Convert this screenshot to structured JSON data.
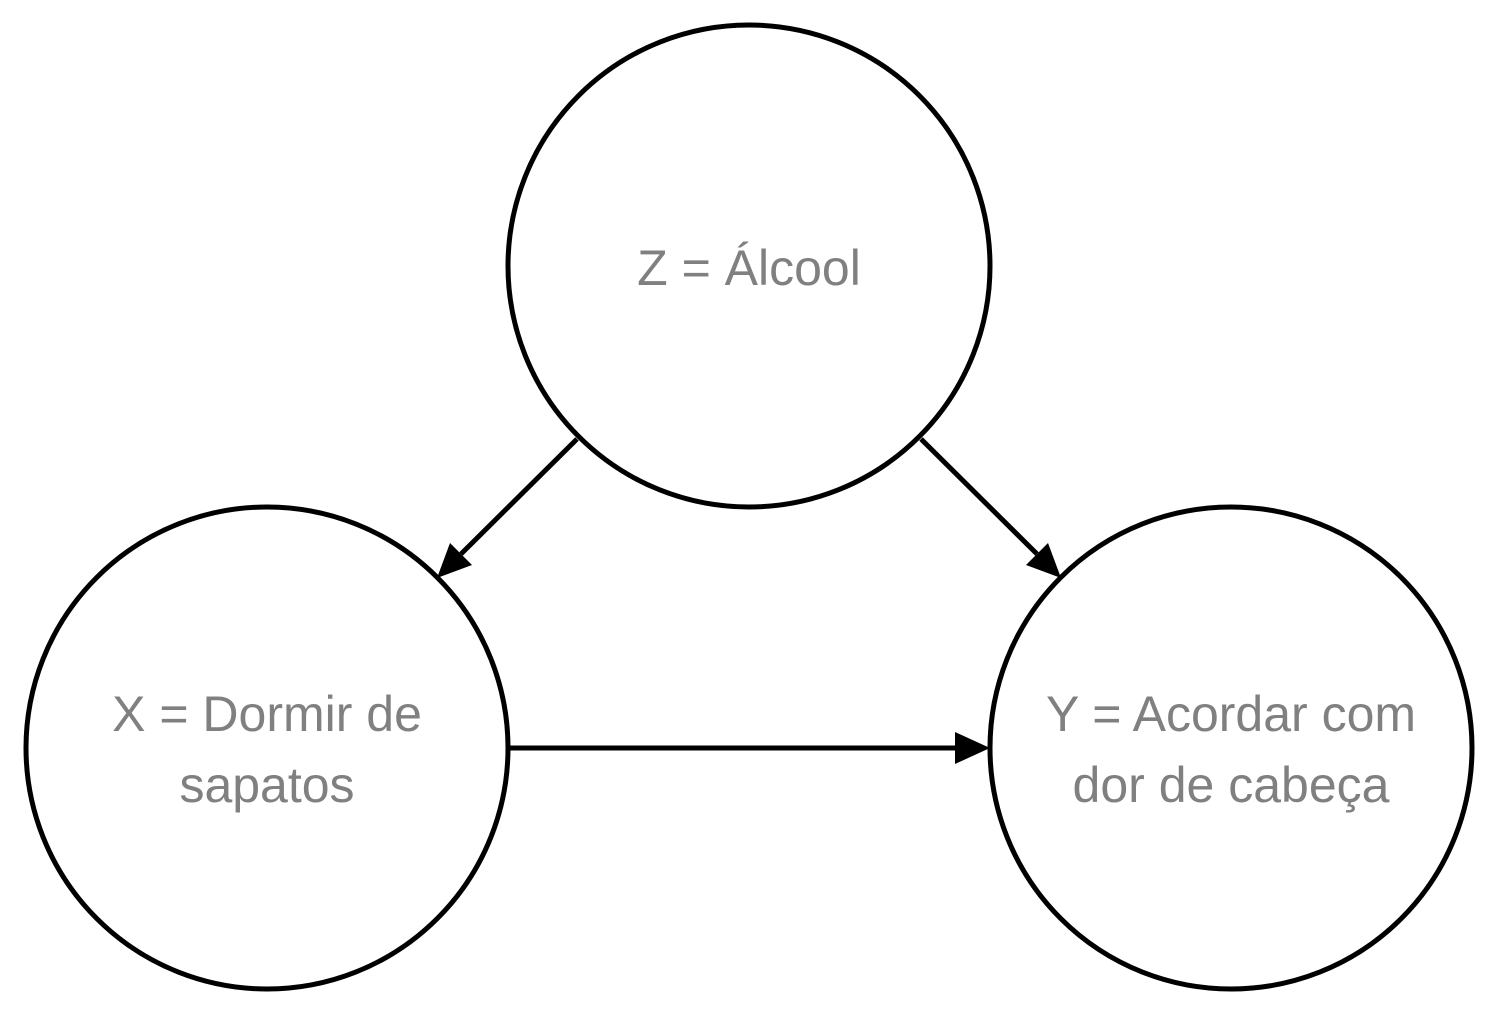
{
  "diagram": {
    "nodes": {
      "z": {
        "lines": [
          "Z = Álcool"
        ]
      },
      "x": {
        "lines": [
          "X = Dormir de",
          "sapatos"
        ]
      },
      "y": {
        "lines": [
          "Y = Acordar com",
          "dor de cabeça"
        ]
      }
    },
    "edges": [
      {
        "from": "z",
        "to": "x"
      },
      {
        "from": "z",
        "to": "y"
      },
      {
        "from": "x",
        "to": "y"
      }
    ],
    "colors": {
      "stroke": "#000000",
      "label": "#808080",
      "background": "#ffffff"
    }
  }
}
